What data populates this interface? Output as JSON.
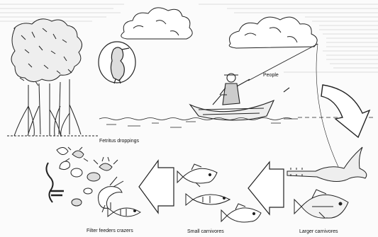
{
  "labels": {
    "people": "People",
    "detritus": "Fetritus droppings",
    "filter_feeders": "Filter feeders crazers",
    "small_carnivores": "Small carnivores",
    "larger_carnivores": "Larger carnivores"
  }
}
